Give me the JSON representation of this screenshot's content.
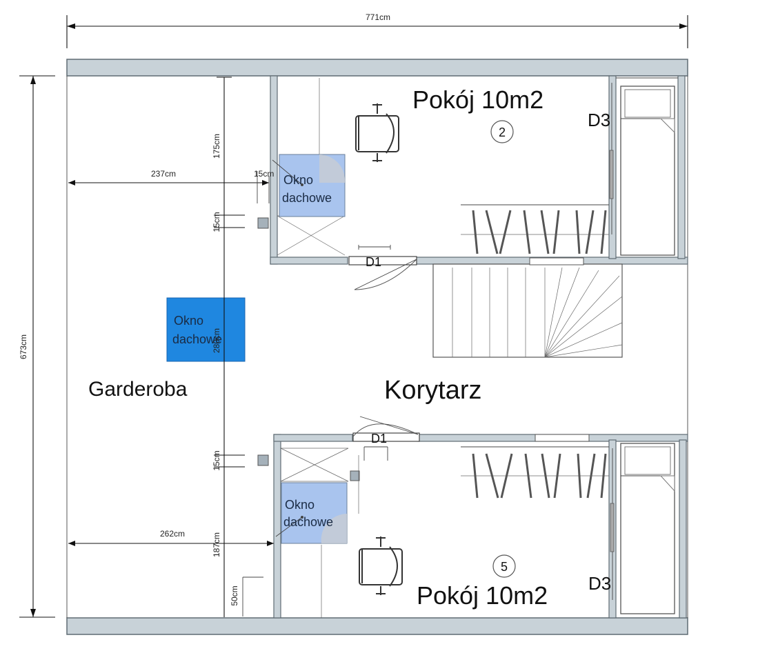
{
  "dimensions": {
    "total_width": "771cm",
    "total_height": "673cm",
    "left_top": "237cm",
    "left_bottom": "262cm",
    "vert_top_room": "175cm",
    "vert_gap_top": "15cm",
    "vert_middle": "280cm",
    "vert_gap_bottom": "15cm",
    "vert_bottom_room": "187cm",
    "vert_bottom_offset": "50cm",
    "small_gap_top": "15cm"
  },
  "rooms": {
    "top_room": "Pokój 10m2",
    "bottom_room": "Pokój 10m2",
    "left_room": "Garderoba",
    "corridor": "Korytarz"
  },
  "markers": {
    "top_room_number": "2",
    "bottom_room_number": "5",
    "top_door_label": "D3",
    "bottom_door_label": "D3",
    "top_room_door": "D1",
    "bottom_room_door": "D1"
  },
  "windows": {
    "top_line1": "Okno",
    "top_line2": "dachowe",
    "center_line1": "Okno",
    "center_line2": "dachowe",
    "bottom_line1": "Okno",
    "bottom_line2": "dachowe"
  },
  "colors": {
    "window_light": "#a9c4ee",
    "window_strong": "#1f87e0",
    "wall_fill": "#c8d2d8"
  }
}
